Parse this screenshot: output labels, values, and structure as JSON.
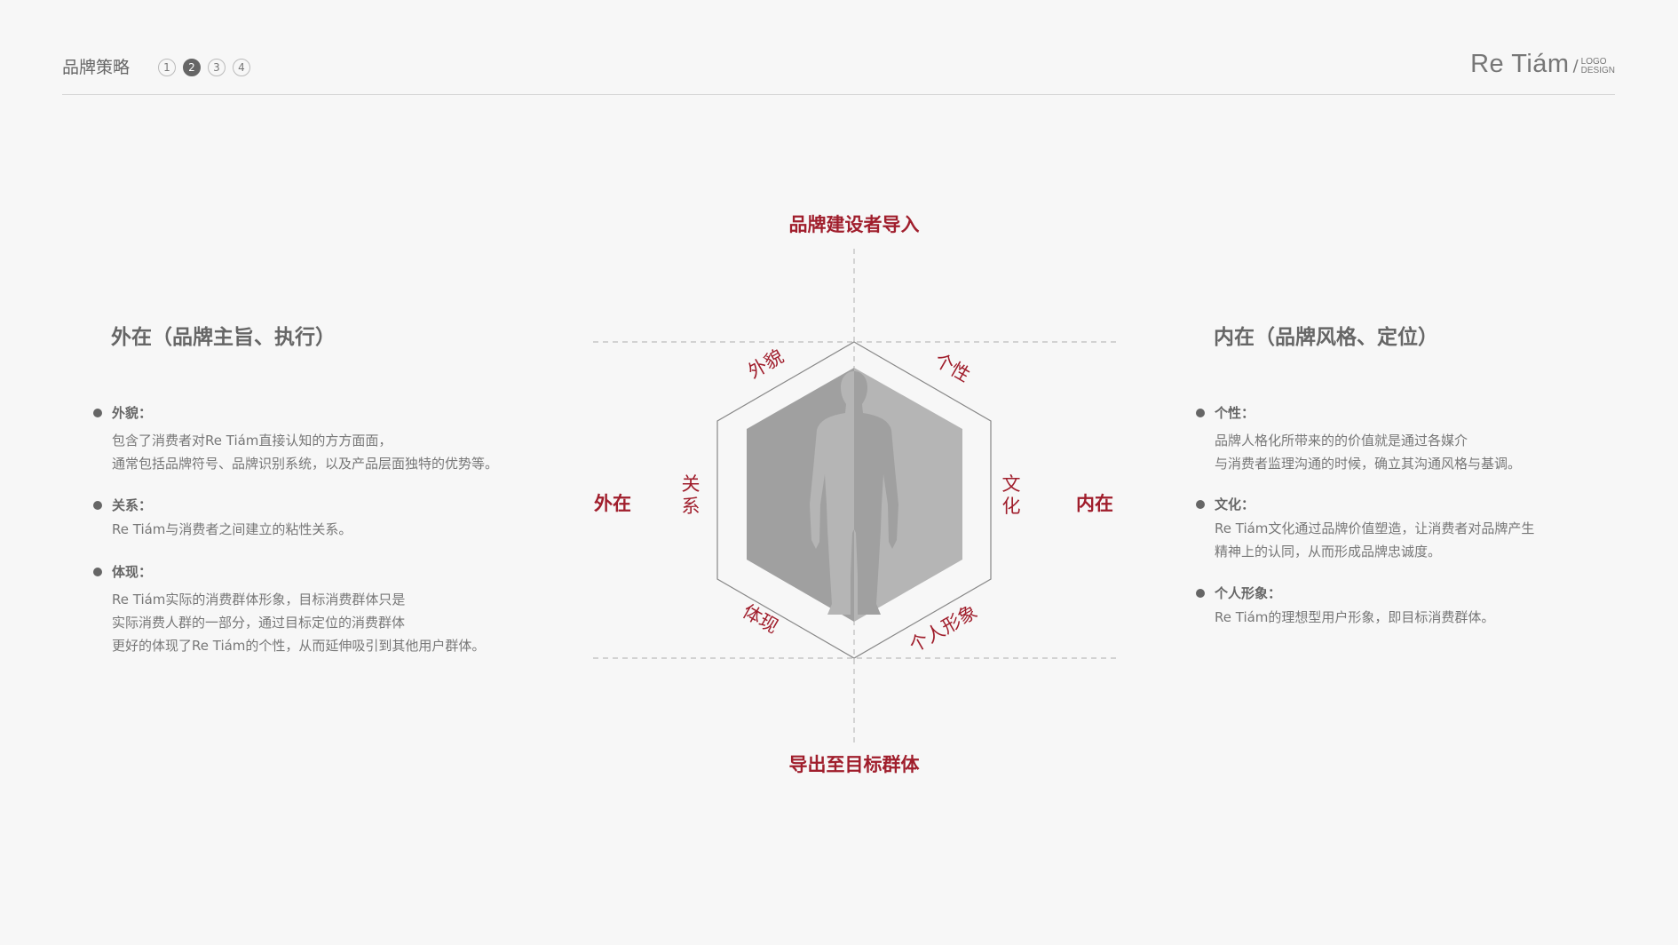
{
  "header": {
    "title": "品牌策略",
    "steps": [
      "1",
      "2",
      "3",
      "4"
    ],
    "active_step": 2,
    "logo": {
      "name": "Re Tiám",
      "slash": "/",
      "sub_line1": "LOGO",
      "sub_line2": "DESIGN"
    }
  },
  "colors": {
    "accent": "#a01e2c",
    "text": "#666666",
    "hex_dark": "#a0a0a0",
    "hex_light": "#b5b5b5"
  },
  "left": {
    "heading": "外在（品牌主旨、执行）",
    "items": [
      {
        "label": "外貌：",
        "lines": [
          "包含了消费者对Re Tiám直接认知的方方面面，",
          "通常包括品牌符号、品牌识别系统，以及产品层面独特的优势等。"
        ]
      },
      {
        "label": "关系：",
        "lines": [
          "Re Tiám与消费者之间建立的粘性关系。"
        ]
      },
      {
        "label": "体现：",
        "lines": [
          "Re Tiám实际的消费群体形象，目标消费群体只是",
          "实际消费人群的一部分，通过目标定位的消费群体",
          "更好的体现了Re Tiám的个性，从而延伸吸引到其他用户群体。"
        ]
      }
    ]
  },
  "right": {
    "heading": "内在（品牌风格、定位）",
    "items": [
      {
        "label": "个性：",
        "lines": [
          "品牌人格化所带来的的价值就是通过各媒介",
          "与消费者监理沟通的时候，确立其沟通风格与基调。"
        ]
      },
      {
        "label": "文化：",
        "lines": [
          "Re Tiám文化通过品牌价值塑造，让消费者对品牌产生",
          "精神上的认同，从而形成品牌忠诚度。"
        ]
      },
      {
        "label": "个人形象：",
        "lines": [
          "Re Tiám的理想型用户形象，即目标消费群体。"
        ]
      }
    ]
  },
  "diagram": {
    "top": "品牌建设者导入",
    "bottom": "导出至目标群体",
    "left": "外在",
    "right": "内在",
    "edges": {
      "top_left": "外貌",
      "top_right": "个性",
      "left_v1": "关",
      "left_v2": "系",
      "right_v1": "文",
      "right_v2": "化",
      "bottom_left": "体现",
      "bottom_right": "个人形象"
    }
  }
}
